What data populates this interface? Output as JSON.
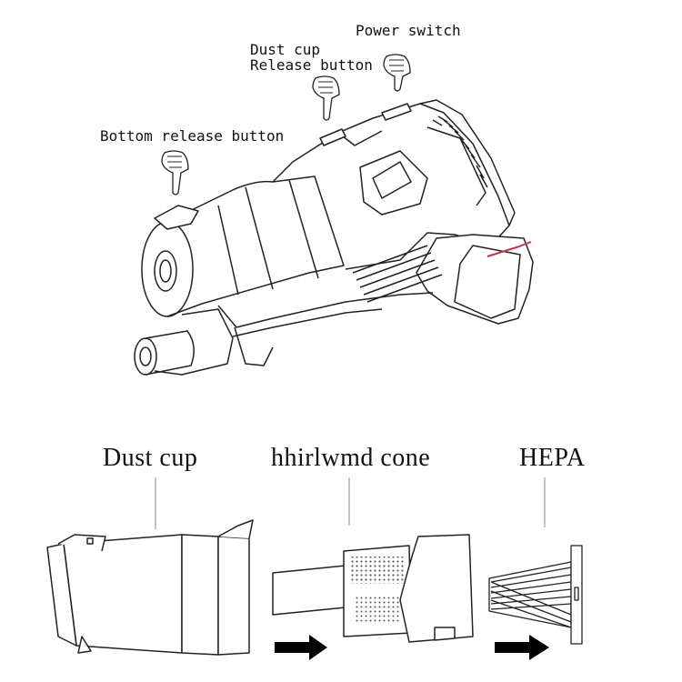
{
  "top_labels": {
    "power_switch": "Power switch",
    "dust_cup": "Dust cup",
    "release_button": "Release button",
    "bottom_release": "Bottom release button"
  },
  "parts": {
    "dust_cup": "Dust cup",
    "cone": "hhirlwmd cone",
    "hepa": "HEPA"
  },
  "colors": {
    "line": "#222222",
    "accent": "#c0394b"
  },
  "icons": [
    "pointing-hand-icon",
    "arrow-right-icon"
  ]
}
